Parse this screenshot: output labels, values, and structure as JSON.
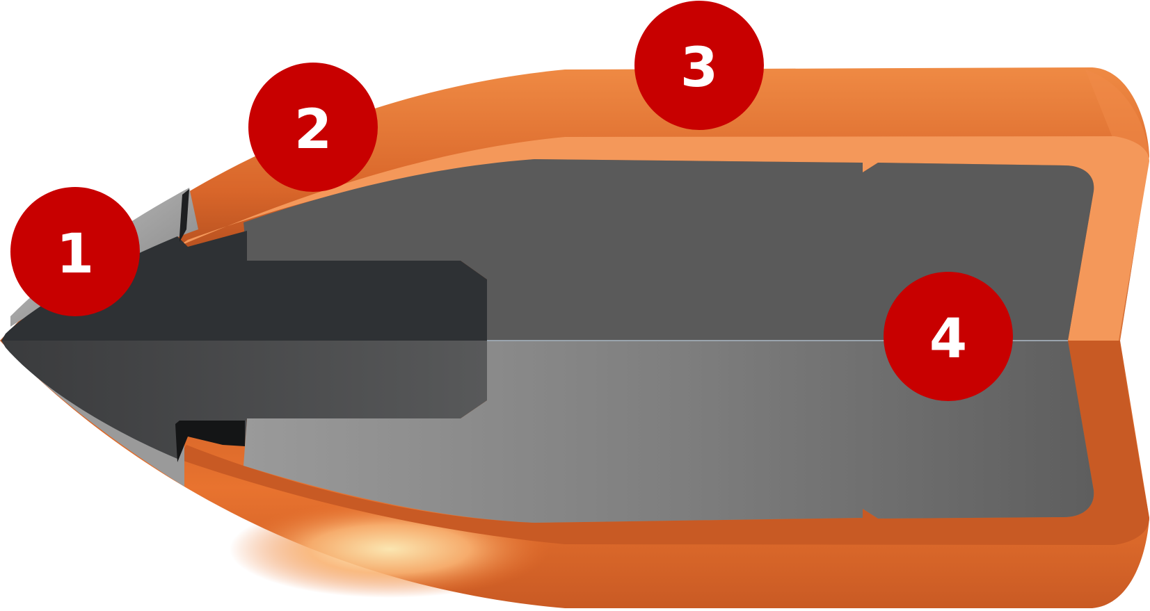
{
  "diagram": {
    "colors": {
      "jacket_light": "#f4985a",
      "jacket_mid": "#e8732f",
      "jacket_dark": "#a8481a",
      "jacket_lower": "#c95a24",
      "core_upper": "#5a5a5a",
      "core_lower": "#8a8a8a",
      "penetrator_upper": "#2e3134",
      "penetrator_lower": "#4a4c4e",
      "callout_fill": "#c80000"
    },
    "callouts": [
      {
        "id": "1",
        "label": "1"
      },
      {
        "id": "2",
        "label": "2"
      },
      {
        "id": "3",
        "label": "3"
      },
      {
        "id": "4",
        "label": "4"
      }
    ]
  }
}
